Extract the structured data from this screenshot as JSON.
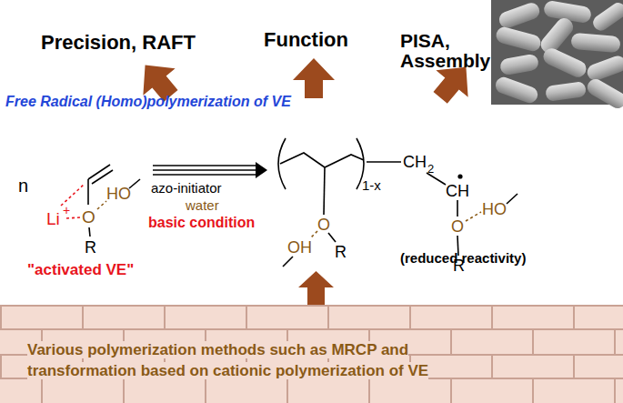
{
  "diagram": {
    "nodes": [
      {
        "text": [
          "Various polymerization methods such as MRCP and transformation based on cationic polymerization of VE"
        ]
      }
    ],
    "labels": [
      "Precision, RAFT",
      "Function",
      "PISA, Assembly",
      "Free Radical (Homo)polymerization of VE",
      "n",
      "Li",
      "+",
      "O",
      "HO",
      "R",
      "\"activated VE\"",
      "azo-initiator",
      "water",
      "basic condition",
      "O",
      "OH",
      "R",
      "1-x",
      "CH",
      "2",
      "CH",
      "O",
      "HO",
      "R",
      "(reduced reactivity)"
    ]
  }
}
